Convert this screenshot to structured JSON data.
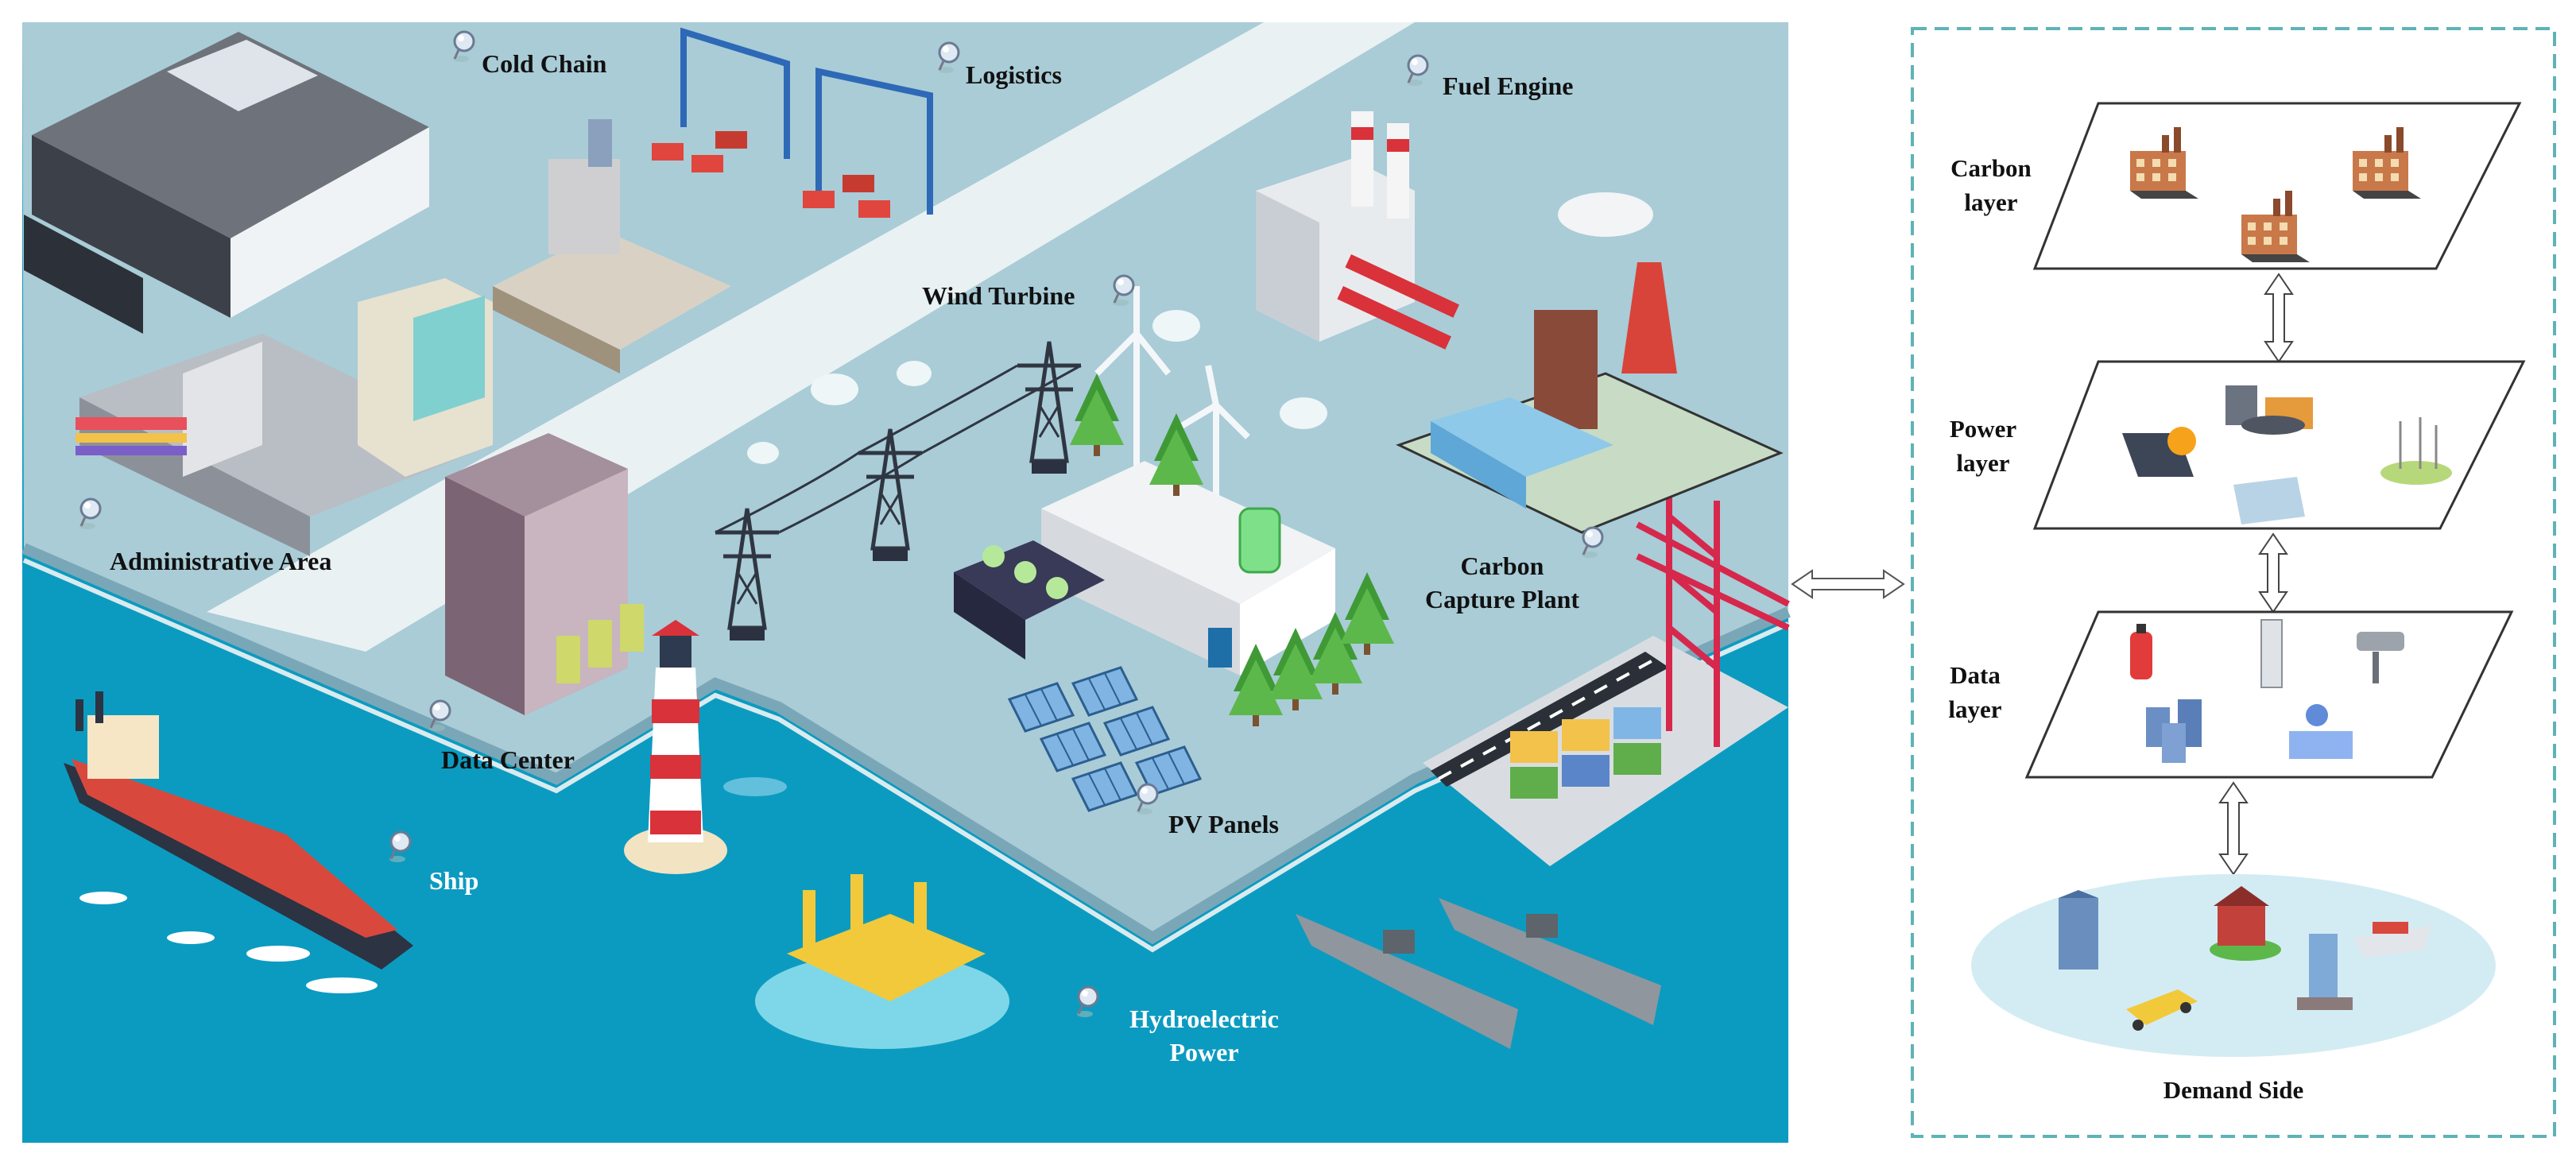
{
  "scene": {
    "labels": {
      "cold_chain": "Cold Chain",
      "logistics": "Logistics",
      "fuel_engine": "Fuel Engine",
      "wind_turbine": "Wind Turbine",
      "administrative_area": "Administrative Area",
      "carbon_capture_line1": "Carbon",
      "carbon_capture_line2": "Capture Plant",
      "data_center": "Data Center",
      "pv_panels": "PV Panels",
      "ship": "Ship",
      "hydro_line1": "Hydroelectric",
      "hydro_line2": "Power"
    }
  },
  "layers": {
    "carbon_line1": "Carbon",
    "carbon_line2": "layer",
    "power_line1": "Power",
    "power_line2": "layer",
    "data_line1": "Data",
    "data_line2": "layer",
    "demand_side": "Demand Side"
  },
  "icons": [
    "pin-icon",
    "factory-icon",
    "solar-panel-icon",
    "power-plant-icon",
    "wind-turbine-icon",
    "hydro-icon",
    "fire-extinguisher-icon",
    "server-icon",
    "cctv-camera-icon",
    "data-center-icon",
    "building-icon",
    "barn-icon",
    "ferry-icon",
    "car-icon",
    "tower-icon"
  ],
  "colors": {
    "sea": "#0c9bc0",
    "land": "#a9ccd7",
    "road": "#e7eef1",
    "dashed_border": "#5fb3b7",
    "demand_ellipse": "#d3ecf3"
  }
}
